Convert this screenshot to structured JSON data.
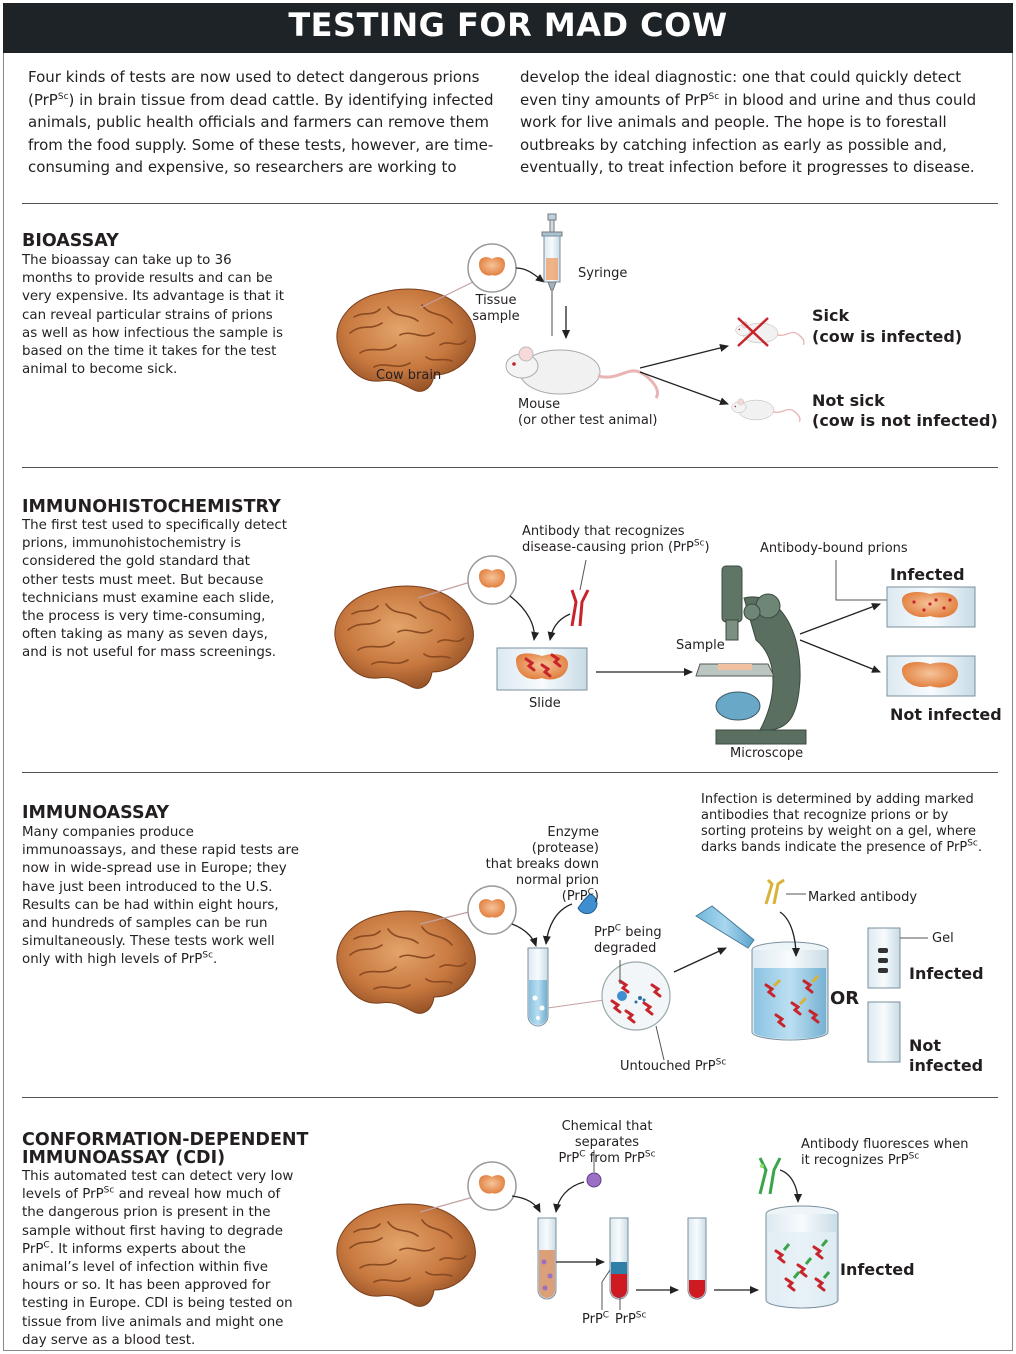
{
  "title": "TESTING FOR MAD COW",
  "intro": {
    "left": "Four kinds of tests are now used to detect dangerous prions (PrP<sup>Sc</sup>) in brain tissue from dead cattle. By identifying infected animals, public health officials and farmers can remove them from the food supply. Some of these tests, however, are time-consuming and expensive, so researchers are working to",
    "right": "develop the ideal diagnostic: one that could quickly detect even tiny amounts of PrP<sup>Sc</sup> in blood and urine and thus could work for live animals and people. The hope is to forestall outbreaks by catching infection as early as possible and, eventually, to treat infection before it progresses to disease."
  },
  "sections": {
    "bioassay": {
      "heading": "BIOASSAY",
      "text": "The bioassay can take up to 36 months to provide results and can be very expensive. Its advantage is that it can reveal particular strains of prions as well as how infectious the sample is based on the time it takes for the test animal to become sick.",
      "labels": {
        "cow_brain": "Cow brain",
        "tissue_sample": "Tissue<br>sample",
        "syringe": "Syringe",
        "mouse": "Mouse<br>(or other test animal)",
        "sick": "Sick",
        "sick_sub": "(cow is infected)",
        "not_sick": "Not sick",
        "not_sick_sub": "(cow is not infected)"
      }
    },
    "ihc": {
      "heading": "IMMUNOHISTOCHEMISTRY",
      "text": "The first test used to specifically detect prions, immunohistochemistry is considered the gold standard that other tests must meet. But because technicians must examine each slide, the process is very time-consuming, often taking as many as seven days, and is not useful for mass screenings.",
      "labels": {
        "antibody": "Antibody that recognizes<br>disease-causing prion (PrP<sup>Sc</sup>)",
        "antibody_bound": "Antibody-bound prions",
        "infected": "Infected",
        "sample": "Sample",
        "slide": "Slide",
        "not_infected": "Not infected",
        "microscope": "Microscope"
      }
    },
    "immunoassay": {
      "heading": "IMMUNOASSAY",
      "text": "Many companies produce immunoassays, and these rapid tests are now in wide-spread use in Europe; they have just been introduced to the U.S. Results can be had within eight hours, and hundreds of samples can be run simultaneously. These tests work well only with high levels of PrP<sup>Sc</sup>.",
      "labels": {
        "infection_note": "Infection is determined by adding marked antibodies that recognize prions or by sorting proteins by weight on a gel, where darks bands indicate the presence of PrP<sup>Sc</sup>.",
        "enzyme": "Enzyme (protease)<br>that breaks down<br>normal prion (PrP<sup>C</sup>)",
        "marked_antibody": "Marked antibody",
        "prpc_degraded": "PrP<sup>C</sup> being<br>degraded",
        "gel": "Gel",
        "infected": "Infected",
        "or": "OR",
        "not_infected": "Not infected",
        "untouched": "Untouched PrP<sup>Sc</sup>"
      }
    },
    "cdi": {
      "heading": "CONFORMATION-DEPENDENT<br>IMMUNOASSAY (CDI)",
      "text": "This automated test can detect very low levels of PrP<sup>Sc</sup> and reveal how much of the dangerous prion is present in the sample without first having to degrade PrP<sup>C</sup>. It informs experts about the animal’s level of infection within five hours or so. It has been approved for testing in Europe. CDI is being tested on tissue from live animals and might one day serve as a blood test.",
      "labels": {
        "chemical": "Chemical that separates<br>PrP<sup>C</sup> from PrP<sup>Sc</sup>",
        "fluoresces": "Antibody fluoresces when<br>it recognizes PrP<sup>Sc</sup>",
        "infected": "Infected",
        "prpc": "PrP<sup>C</sup>",
        "prpsc": "PrP<sup>Sc</sup>"
      }
    }
  }
}
